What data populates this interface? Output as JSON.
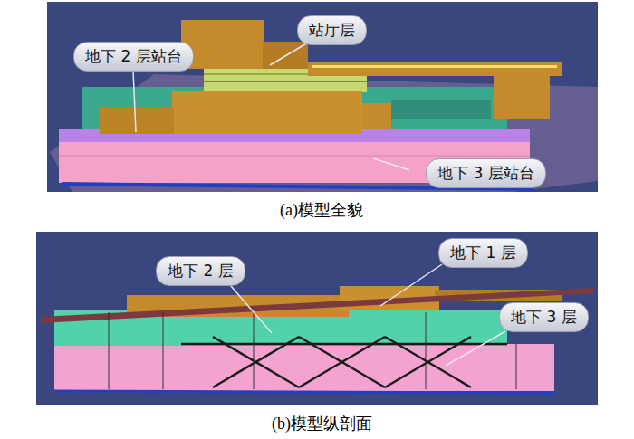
{
  "diagram": {
    "nodes": [
      {
        "text": [
          "站厅层"
        ]
      },
      {
        "text": [
          "地下 2 层站台"
        ]
      },
      {
        "text": [
          "地下 3 层站台"
        ]
      },
      {
        "text": [
          "地下 2 层"
        ]
      },
      {
        "text": [
          "地下 1 层"
        ]
      },
      {
        "text": [
          "地下 3 层"
        ]
      }
    ],
    "labels": [
      "(a)模型全貌",
      "(b)模型纵剖面"
    ]
  }
}
